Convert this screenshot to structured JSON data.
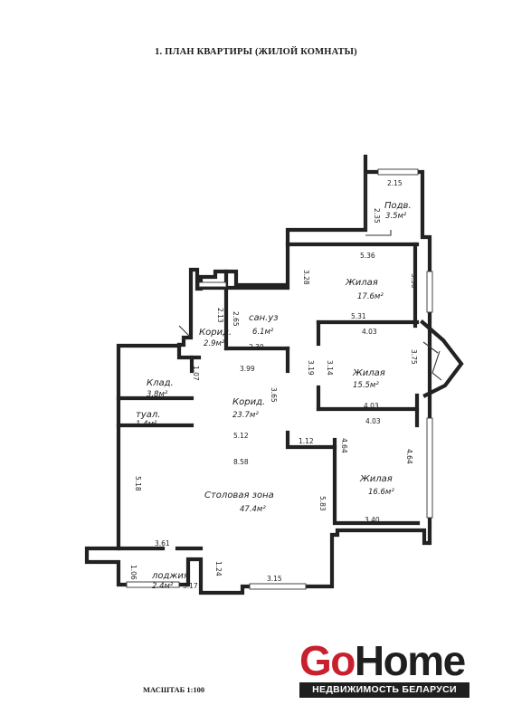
{
  "title": "1. ПЛАН КВАРТИРЫ (ЖИЛОЙ КОМНАТЫ)",
  "scale": "МАСШТАБ 1:100",
  "rooms": {
    "podv": {
      "name": "Подв.",
      "area": "3.5м²"
    },
    "zhil1": {
      "name": "Жилая",
      "area": "17.6м²"
    },
    "sanuz": {
      "name": "сан.уз",
      "area": "6.1м²"
    },
    "korid_s": {
      "name": "Корид.",
      "area": "2.9м²"
    },
    "zhil2": {
      "name": "Жилая",
      "area": "15.5м²"
    },
    "klad": {
      "name": "Клад.",
      "area": "3.8м²"
    },
    "korid": {
      "name": "Корид.",
      "area": "23.7м²"
    },
    "tual": {
      "name": "туал.",
      "area": "1.4м²"
    },
    "zhil3": {
      "name": "Жилая",
      "area": "16.6м²"
    },
    "stol": {
      "name": "Столовая зона",
      "area": "47.4м²"
    },
    "lodzh": {
      "name": "лоджия",
      "area": "2.4м²"
    }
  },
  "dims": {
    "d215": "2.15",
    "d235": "2.35",
    "d536": "5.36",
    "d328": "3.28",
    "d330": "3.30",
    "d213": "2.13",
    "d265": "2.65",
    "d531": "5.31",
    "d403a": "4.03",
    "d230": "2.30",
    "d399": "3.99",
    "d375": "3.75",
    "d319": "3.19",
    "d314": "3.14",
    "d107": "1.07",
    "d365": "3.65",
    "d403b": "4.03",
    "d403c": "4.03",
    "d512": "5.12",
    "d112": "1.12",
    "d464a": "4.64",
    "d464b": "4.64",
    "d858": "8.58",
    "d518": "5.18",
    "d583": "5.83",
    "d340": "3.40",
    "d361": "3.61",
    "d106": "1.06",
    "d124": "1.24",
    "d317": "3.17",
    "d315": "3.15"
  },
  "logo": {
    "go": "Go",
    "home": "Home",
    "subtitle": "НЕДВИЖИМОСТЬ БЕЛАРУСИ",
    "colors": {
      "go": "#c8202f",
      "home": "#1f1f1f",
      "band": "#1f1f1f"
    }
  }
}
